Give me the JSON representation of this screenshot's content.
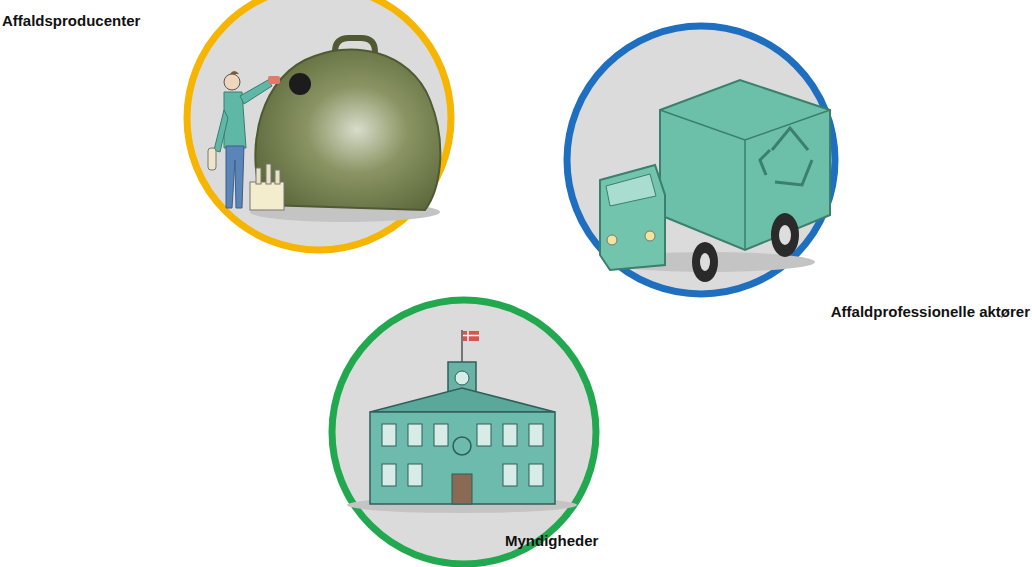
{
  "diagram": {
    "nodes": [
      {
        "text": [
          "Affaldsproducenter"
        ]
      },
      {
        "text": [
          "Affaldprofessionelle aktører"
        ]
      },
      {
        "text": [
          "Myndigheder"
        ]
      }
    ]
  }
}
